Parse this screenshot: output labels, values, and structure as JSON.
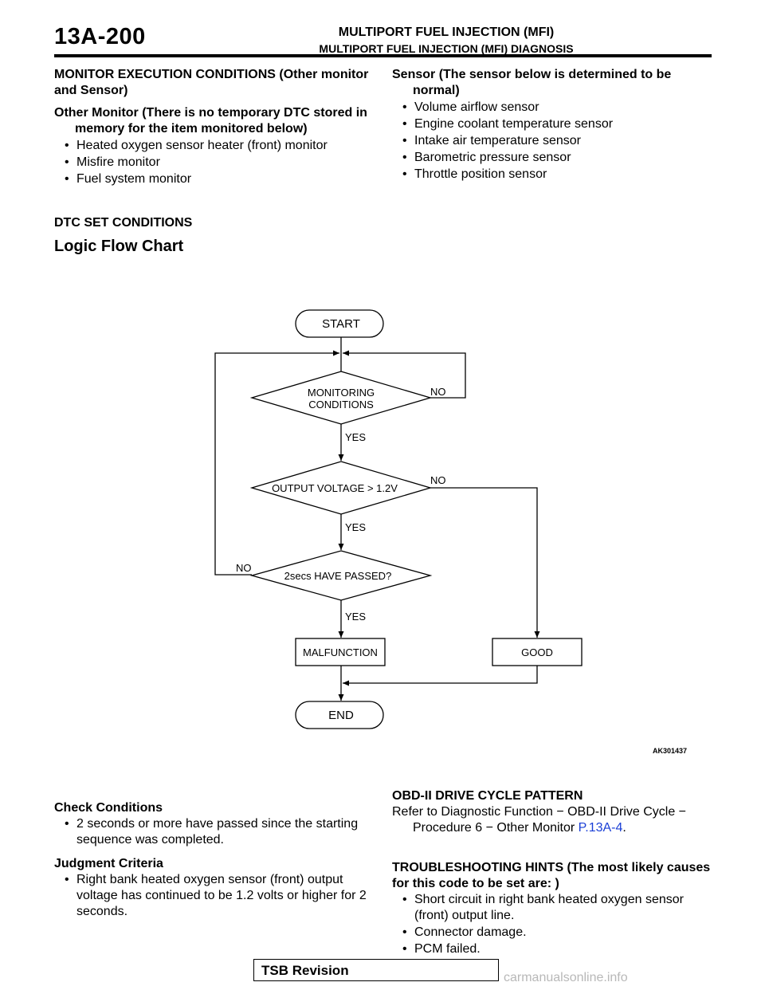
{
  "header": {
    "page_number": "13A-200",
    "title": "MULTIPORT FUEL INJECTION (MFI)",
    "subtitle": "MULTIPORT FUEL INJECTION (MFI) DIAGNOSIS"
  },
  "monitor_conditions": {
    "title": "MONITOR EXECUTION CONDITIONS (Other monitor and Sensor)",
    "other_monitor_heading": "Other Monitor (There is no temporary DTC stored in memory for the item monitored below)",
    "other_monitor_items": [
      "Heated oxygen sensor heater (front) monitor",
      "Misfire monitor",
      "Fuel system monitor"
    ],
    "sensor_heading": "Sensor (The sensor below is determined to be normal)",
    "sensor_items": [
      "Volume airflow sensor",
      "Engine coolant temperature sensor",
      "Intake air temperature sensor",
      "Barometric pressure sensor",
      "Throttle position sensor"
    ]
  },
  "dtc_set": {
    "title": "DTC SET CONDITIONS",
    "logic_title": "Logic Flow Chart"
  },
  "flowchart": {
    "start": "START",
    "monitoring_line1": "MONITORING",
    "monitoring_line2": "CONDITIONS",
    "output_voltage": "OUTPUT VOLTAGE > 1.2V",
    "two_secs": "2secs HAVE PASSED?",
    "malfunction": "MALFUNCTION",
    "good": "GOOD",
    "end": "END",
    "yes": "YES",
    "no": "NO",
    "figure_id": "AK301437"
  },
  "check_conditions": {
    "title": "Check Conditions",
    "items": [
      "2 seconds or more have passed since the starting sequence was completed."
    ]
  },
  "judgment_criteria": {
    "title": "Judgment Criteria",
    "items": [
      "Right bank heated oxygen sensor (front) output voltage has continued to be 1.2 volts or higher for 2 seconds."
    ]
  },
  "drive_cycle": {
    "title": "OBD-II DRIVE CYCLE PATTERN",
    "text": "Refer to Diagnostic Function − OBD-II Drive Cycle − Procedure 6 − Other Monitor ",
    "link": "P.13A-4",
    "end": "."
  },
  "troubleshooting": {
    "title": "TROUBLESHOOTING HINTS (The most likely causes for this code to be set are: )",
    "items": [
      "Short circuit in right bank heated oxygen sensor (front) output line.",
      "Connector damage.",
      "PCM failed."
    ]
  },
  "footer": {
    "tsb": "TSB Revision",
    "watermark": "carmanualsonline.info"
  },
  "colors": {
    "link": "#1a3fd6",
    "watermark": "#b8b8b8"
  }
}
